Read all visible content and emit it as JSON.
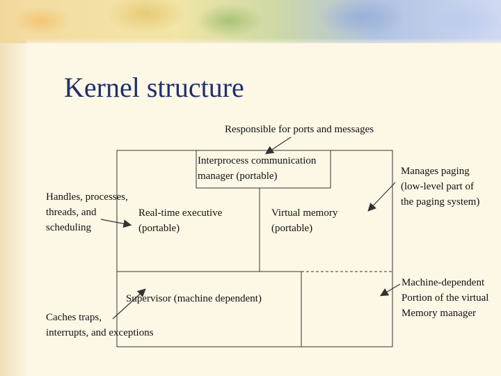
{
  "slide": {
    "title": "Kernel structure"
  },
  "diagram": {
    "annotation_top": "Responsible for ports and messages",
    "ipc_box": "Interprocess communication\nmanager (portable)",
    "left_note": "Handles, processes,\nthreads, and\nscheduling",
    "realtime_box": "Real-time executive\n(portable)",
    "virtual_memory_box": "Virtual memory\n(portable)",
    "right_note_top": "Manages paging\n(low-level part of\nthe paging system)",
    "supervisor_box": "Supervisor (machine dependent)",
    "right_note_bottom": "Machine-dependent\nPortion of the virtual\nMemory manager",
    "bottom_note": "Caches traps,\ninterrupts, and exceptions"
  }
}
